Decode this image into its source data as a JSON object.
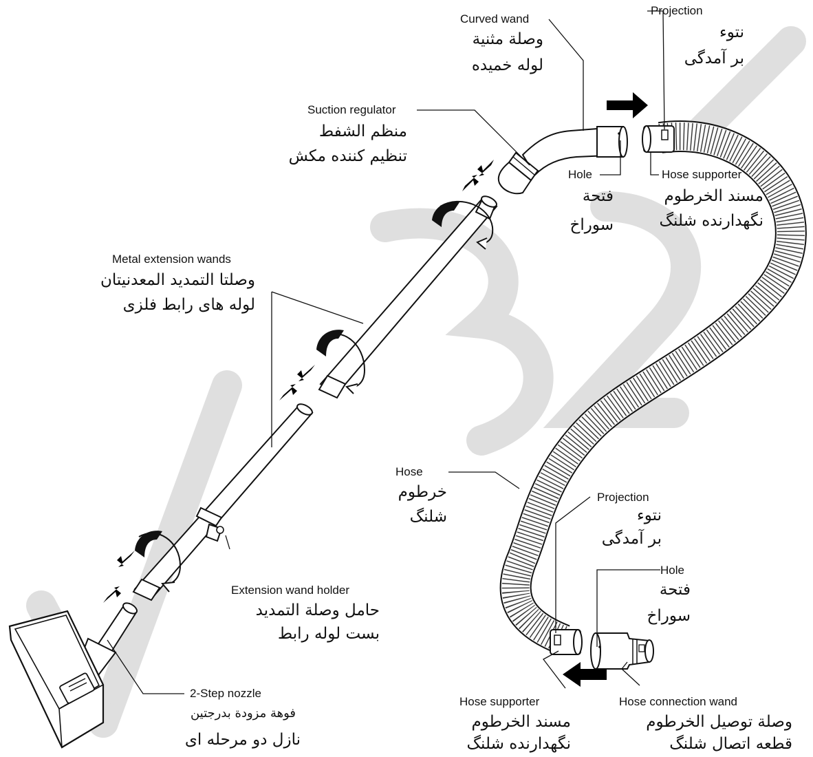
{
  "colors": {
    "line": "#111111",
    "part_fill": "#ffffff",
    "hose_fill": "#f4f4f4",
    "watermark": "#d6d6d6",
    "arrow": "#000000"
  },
  "labels": {
    "curved_wand": {
      "en": "Curved wand",
      "ar": "وصلة مثنية",
      "fa": "لوله خمیده"
    },
    "projection_top": {
      "en": "Projection",
      "ar": "نتوء",
      "fa": "بر آمدگی"
    },
    "suction_regulator": {
      "en": "Suction regulator",
      "ar": "منظم الشفط",
      "fa": "تنظیم کننده مکش"
    },
    "hole_top": {
      "en": "Hole",
      "ar": "فتحة",
      "fa": "سوراخ"
    },
    "hose_supporter_top": {
      "en": "Hose supporter",
      "ar": "مسند الخرطوم",
      "fa": "نگهدارنده شلنگ"
    },
    "metal_extension_wands": {
      "en": "Metal extension wands",
      "ar": "وصلتا التمديد المعدنيتان",
      "fa": "لوله های رابط فلزی"
    },
    "hose": {
      "en": "Hose",
      "ar": "خرطوم",
      "fa": "شلنگ"
    },
    "projection_bottom": {
      "en": "Projection",
      "ar": "نتوء",
      "fa": "بر آمدگی"
    },
    "hole_bottom": {
      "en": "Hole",
      "ar": "فتحة",
      "fa": "سوراخ"
    },
    "extension_wand_holder": {
      "en": "Extension wand holder",
      "ar": "حامل وصلة التمديد",
      "fa": "بست لوله رابط"
    },
    "two_step_nozzle": {
      "en": "2-Step nozzle",
      "ar": "فوهة مزودة بدرجتين",
      "fa": "نازل دو مرحله ای"
    },
    "hose_supporter_bottom": {
      "en": "Hose supporter",
      "ar": "مسند الخرطوم",
      "fa": "نگهدارنده شلنگ"
    },
    "hose_connection_wand": {
      "en": "Hose connection wand",
      "ar": "وصلة توصيل الخرطوم",
      "fa": "قطعه اتصال شلنگ"
    }
  }
}
